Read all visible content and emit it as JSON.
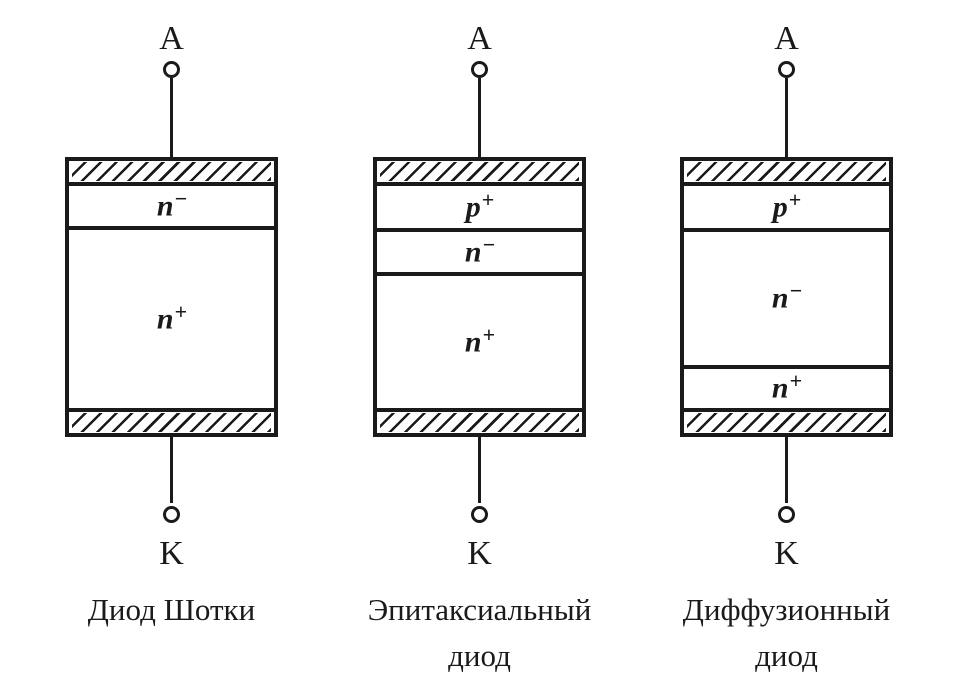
{
  "figure": {
    "description": "Structures of three diode types",
    "colors": {
      "ink": "#1a1a1a",
      "background": "#ffffff"
    },
    "hatch_meaning": "metal-contact-hatching"
  },
  "diodes": [
    {
      "anode_label": "A",
      "cathode_label": "K",
      "caption": "Диод Шотки",
      "caption_lines": [
        "Диод Шотки"
      ],
      "layers": [
        {
          "base": "n",
          "sign": "−"
        },
        {
          "base": "n",
          "sign": "+"
        }
      ]
    },
    {
      "anode_label": "A",
      "cathode_label": "K",
      "caption": "Эпитаксиальный диод",
      "caption_lines": [
        "Эпитаксиальный",
        "диод"
      ],
      "layers": [
        {
          "base": "p",
          "sign": "+"
        },
        {
          "base": "n",
          "sign": "−"
        },
        {
          "base": "n",
          "sign": "+"
        }
      ]
    },
    {
      "anode_label": "A",
      "cathode_label": "K",
      "caption": "Диффузионный диод",
      "caption_lines": [
        "Диффузионный",
        "диод"
      ],
      "layers": [
        {
          "base": "p",
          "sign": "+"
        },
        {
          "base": "n",
          "sign": "−"
        },
        {
          "base": "n",
          "sign": "+"
        }
      ]
    }
  ]
}
